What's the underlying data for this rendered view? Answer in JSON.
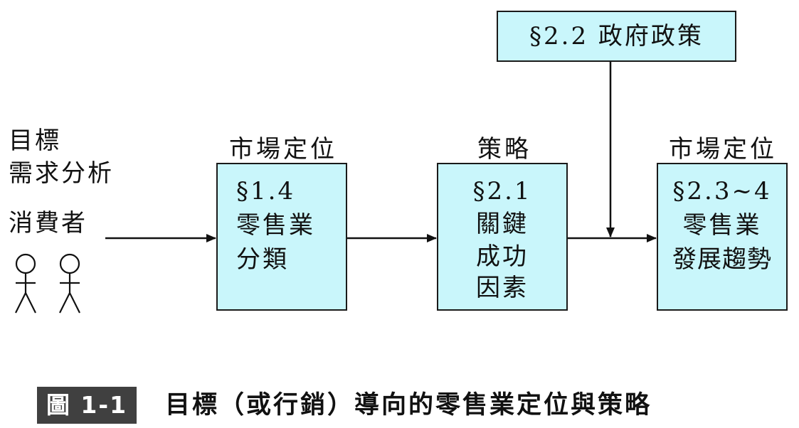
{
  "left_labels": {
    "goal": "目標",
    "demand_analysis": "需求分析",
    "consumers": "消費者"
  },
  "top_box": {
    "text": "§2.2 政府政策"
  },
  "columns": [
    {
      "heading": "市場定位",
      "lines": [
        "§1.4",
        "零售業",
        "分類"
      ]
    },
    {
      "heading": "策略",
      "lines": [
        "§2.1",
        "關鍵",
        "成功",
        "因素"
      ]
    },
    {
      "heading": "市場定位",
      "lines": [
        "§2.3~4",
        "零售業",
        "發展趨勢"
      ]
    }
  ],
  "caption": {
    "badge": "圖 1-1",
    "title": "目標（或行銷）導向的零售業定位與策略"
  },
  "colors": {
    "box_fill": "#c9f6fb",
    "badge_fill": "#404040",
    "line": "#111111"
  }
}
